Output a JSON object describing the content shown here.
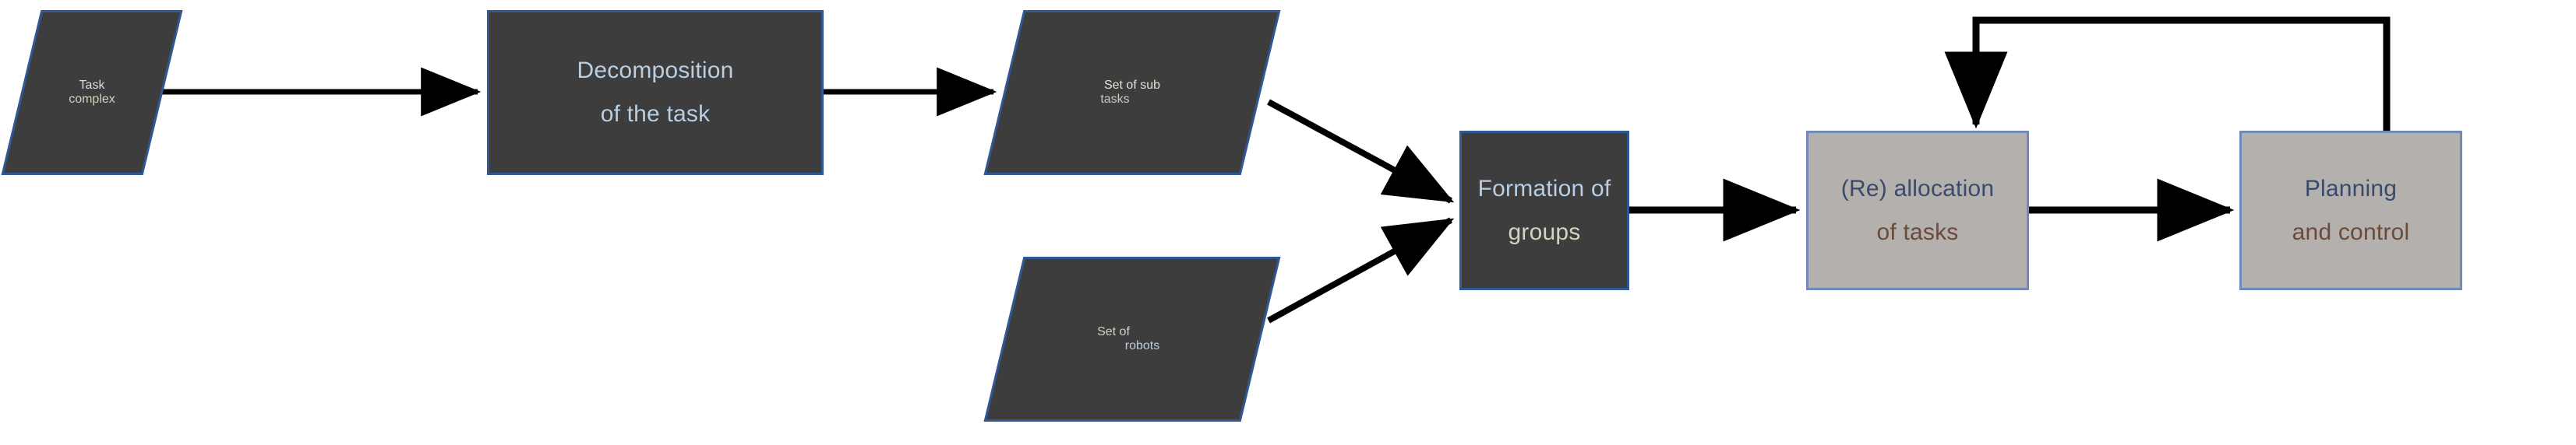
{
  "diagram": {
    "title": "Multi-robot task decomposition and allocation flowchart",
    "background": "#ffffff",
    "palette": {
      "dark_fill": "#3d3d3d",
      "dark_border": "#2f5897",
      "light_fill": "#b3b0ae",
      "light_border": "#7089b8",
      "arrow": "#000000",
      "text_white": "#e8e8e8",
      "text_beige": "#d6d2c0",
      "text_blue_light": "#b9cee0",
      "text_green_white": "#dfe6d6",
      "text_navy": "#3a4a6b",
      "text_brown": "#6b4a3a"
    },
    "nodes": [
      {
        "id": "task-complex",
        "shape": "parallelogram",
        "style": "dark",
        "line1": "Task",
        "line2": "complex",
        "line1_color": "#dcdcdc",
        "line2_color": "#d6d2c0"
      },
      {
        "id": "decomposition-of-the-task",
        "shape": "rectangle",
        "style": "dark",
        "line1": "Decomposition",
        "line2": "of the task",
        "line1_color": "#b9cee0",
        "line2_color": "#b9cee0"
      },
      {
        "id": "set-of-sub-tasks",
        "shape": "parallelogram",
        "style": "dark",
        "line1": "Set of sub",
        "line2": "tasks",
        "line1_color": "#dfe6d6",
        "line2_color": "#ccc9bb"
      },
      {
        "id": "set-of-robots",
        "shape": "parallelogram",
        "style": "dark",
        "line1": "Set of",
        "line2": "robots",
        "line1_color": "#d2cfc2",
        "line2_color": "#b9cee0"
      },
      {
        "id": "formation-of-groups",
        "shape": "rectangle",
        "style": "dark",
        "line1": "Formation of",
        "line2": "groups",
        "line1_color": "#b9cee0",
        "line2_color": "#d6d2c0"
      },
      {
        "id": "re-allocation-of-tasks",
        "shape": "rectangle",
        "style": "light",
        "line1": "(Re) allocation",
        "line2": "of tasks",
        "line1_color": "#3a4a6b",
        "line2_color": "#6b4a3a"
      },
      {
        "id": "planning-and-control",
        "shape": "rectangle",
        "style": "light",
        "line1": "Planning",
        "line2": "and control",
        "line1_color": "#3a4a6b",
        "line2_color": "#6b4a3a"
      }
    ],
    "edges": [
      {
        "id": "edge-task-to-decomposition",
        "from": "task-complex",
        "to": "decomposition-of-the-task",
        "kind": "straight"
      },
      {
        "id": "edge-decomposition-to-subtasks",
        "from": "decomposition-of-the-task",
        "to": "set-of-sub-tasks",
        "kind": "straight"
      },
      {
        "id": "edge-subtasks-to-formation",
        "from": "set-of-sub-tasks",
        "to": "formation-of-groups",
        "kind": "diagonal"
      },
      {
        "id": "edge-robots-to-formation",
        "from": "set-of-robots",
        "to": "formation-of-groups",
        "kind": "diagonal"
      },
      {
        "id": "edge-formation-to-reallocation",
        "from": "formation-of-groups",
        "to": "re-allocation-of-tasks",
        "kind": "straight"
      },
      {
        "id": "edge-reallocation-to-planning",
        "from": "re-allocation-of-tasks",
        "to": "planning-and-control",
        "kind": "straight"
      },
      {
        "id": "edge-planning-feedback-to-reallocation",
        "from": "planning-and-control",
        "to": "re-allocation-of-tasks",
        "kind": "feedback-loop"
      }
    ]
  }
}
